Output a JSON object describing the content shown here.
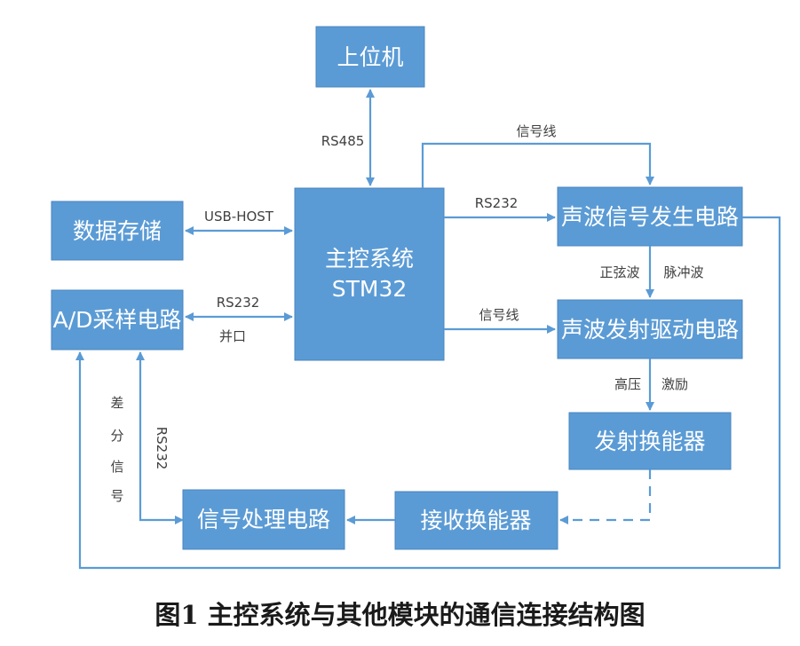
{
  "boxes": {
    "host_pc": "上位机",
    "main_control_line1": "主控系统",
    "main_control_line2": "STM32",
    "data_storage": "数据存储",
    "ad_sampling": "A/D采样电路",
    "signal_generator": "声波信号发生电路",
    "drive_circuit": "声波发射驱动电路",
    "transmit_transducer": "发射换能器",
    "receive_transducer": "接收换能器",
    "signal_processing": "信号处理电路"
  },
  "labels": {
    "rs485": "RS485",
    "signal_line_top": "信号线",
    "usb_host": "USB-HOST",
    "rs232_to_generator": "RS232",
    "rs232_parallel": "RS232",
    "parallel_port": "并口",
    "signal_line_mid": "信号线",
    "sine_wave": "正弦波",
    "pulse_wave": "脉冲波",
    "high_voltage": "高压",
    "excitation": "激励",
    "differential_signal": [
      "差",
      "分",
      "信",
      "号"
    ],
    "rs232_vertical": "RS232"
  },
  "caption": "图1  主控系统与其他模块的通信连接结构图",
  "colors": {
    "box_fill": "#5b9bd5",
    "connector": "#5b9bd5",
    "label_text": "#404040"
  }
}
